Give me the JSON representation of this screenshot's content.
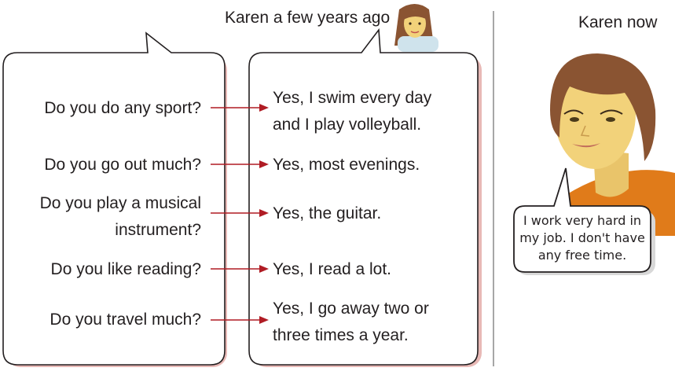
{
  "caption_past": "Karen a few years ago",
  "caption_now": "Karen now",
  "questions": [
    "Do you do any sport?",
    "Do you go out much?",
    "Do you play a musical",
    "instrument?",
    "Do you like reading?",
    "Do you travel much?"
  ],
  "answers": [
    "Yes, I swim every day",
    "and I play volleyball.",
    "Yes, most evenings.",
    "Yes, the guitar.",
    "Yes, I read a lot.",
    "Yes, I go away two or",
    "three times a year."
  ],
  "speech_now": [
    "I work very hard in",
    "my job. I don't have",
    "any free time."
  ],
  "colors": {
    "arrow": "#b01c24",
    "divider": "#888888",
    "skin": "#f2d27a",
    "hair": "#8a5432",
    "shirt": "#e07b1a"
  }
}
